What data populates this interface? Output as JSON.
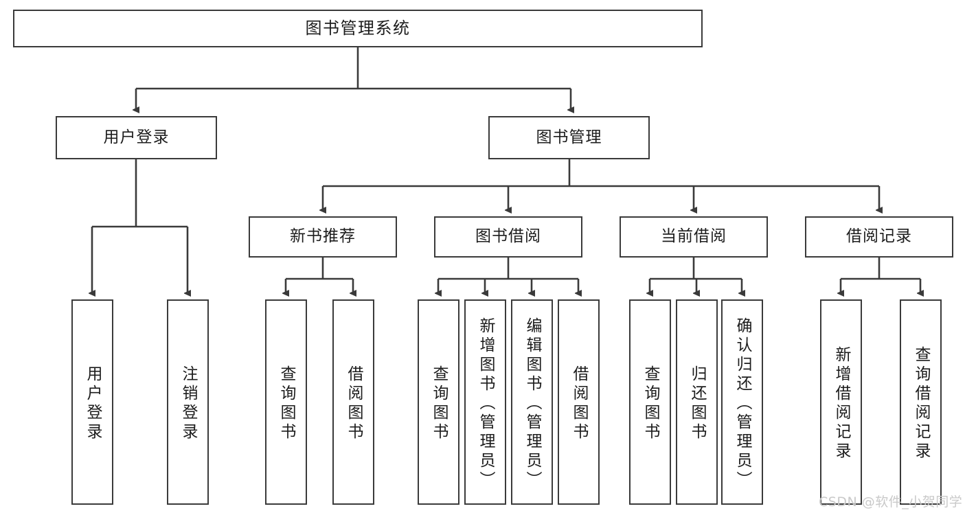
{
  "diagram": {
    "title": "图书管理系统",
    "type": "tree-hierarchy-diagram",
    "root": {
      "label": "图书管理系统"
    },
    "level2": [
      {
        "label": "用户登录"
      },
      {
        "label": "图书管理"
      }
    ],
    "level3": [
      {
        "label": "新书推荐"
      },
      {
        "label": "图书借阅"
      },
      {
        "label": "当前借阅"
      },
      {
        "label": "借阅记录"
      }
    ],
    "leaves": [
      {
        "label": "用户登录",
        "parent": "用户登录"
      },
      {
        "label": "注销登录",
        "parent": "用户登录"
      },
      {
        "label": "查询图书",
        "parent": "新书推荐"
      },
      {
        "label": "借阅图书",
        "parent": "新书推荐"
      },
      {
        "label": "查询图书",
        "parent": "图书借阅"
      },
      {
        "label": "新增图书（管理员）",
        "parent": "图书借阅"
      },
      {
        "label": "编辑图书（管理员）",
        "parent": "图书借阅"
      },
      {
        "label": "借阅图书",
        "parent": "图书借阅"
      },
      {
        "label": "查询图书",
        "parent": "当前借阅"
      },
      {
        "label": "归还图书",
        "parent": "当前借阅"
      },
      {
        "label": "确认归还（管理员）",
        "parent": "当前借阅"
      },
      {
        "label": "新增借阅记录",
        "parent": "借阅记录"
      },
      {
        "label": "查询借阅记录",
        "parent": "借阅记录"
      }
    ]
  },
  "watermark": {
    "text": "CSDN @软件_小贺同学"
  },
  "colors": {
    "stroke": "#3a3a3a",
    "box_fill": "#ffffff",
    "text": "#1c1c1c",
    "watermark": "#c9c9c9",
    "background": "#ffffff"
  }
}
